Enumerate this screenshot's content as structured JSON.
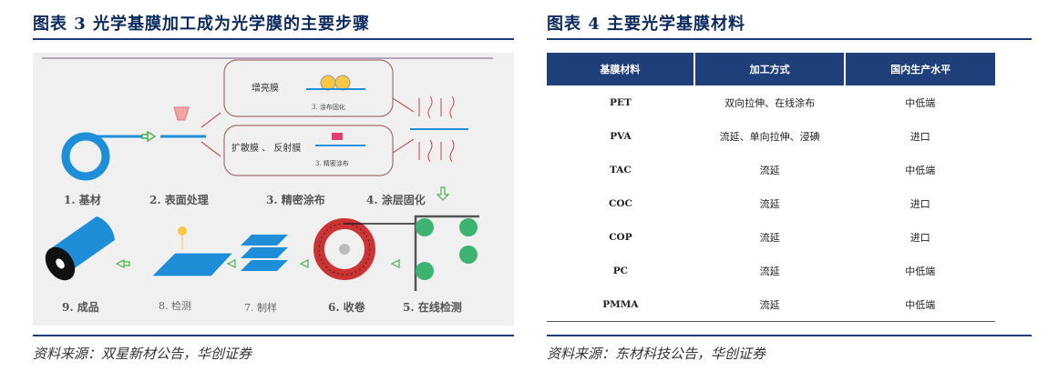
{
  "left": {
    "title": "图表 3   光学基膜加工成为光学膜的主要步骤",
    "source": "资料来源：双星新材公告，华创证券",
    "steps": [
      "1. 基材",
      "2. 表面处理",
      "3. 精密涂布",
      "4. 涂层固化",
      "5. 在线检测",
      "6. 收卷",
      "7. 制样",
      "8. 检测",
      "9. 成品"
    ],
    "upper_box_label": "增亮膜",
    "upper_box_sub": "3. 涂布固化",
    "lower_box_label": "扩散膜 、 反射膜",
    "lower_box_sub": "3. 精密涂布"
  },
  "right": {
    "title": "图表 4   主要光学基膜材料",
    "source": "资料来源：东材科技公告，华创证券",
    "headers": [
      "基膜材料",
      "加工方式",
      "国内生产水平"
    ],
    "rows": [
      [
        "PET",
        "双向拉伸、在线涂布",
        "中低端"
      ],
      [
        "PVA",
        "流延、单向拉伸、浸碘",
        "进口"
      ],
      [
        "TAC",
        "流延",
        "中低端"
      ],
      [
        "COC",
        "流延",
        "进口"
      ],
      [
        "COP",
        "流延",
        "进口"
      ],
      [
        "PC",
        "流延",
        "中低端"
      ],
      [
        "PMMA",
        "流延",
        "中低端"
      ]
    ]
  },
  "colors": {
    "navy": "#1f3f7a",
    "rule": "#1a3a78",
    "blue": "#1e8ed8"
  }
}
